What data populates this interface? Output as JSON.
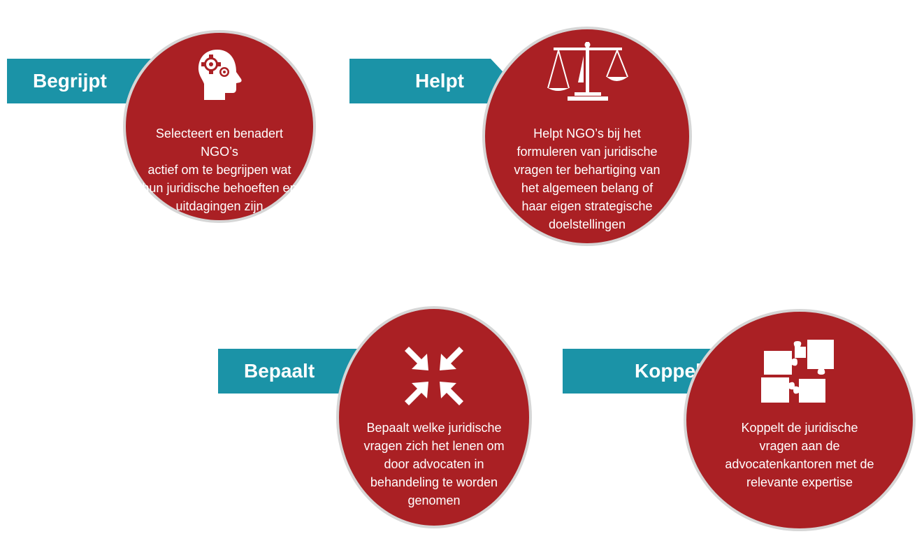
{
  "steps": [
    {
      "label": "Begrijpt",
      "icon": "head-gears-icon",
      "lines": [
        "Selecteert en benadert NGO’s",
        "actief om te begrijpen wat",
        "hun juridische behoeften en",
        "uitdagingen zijn"
      ]
    },
    {
      "label": "Helpt",
      "icon": "scales-of-justice-icon",
      "lines": [
        "Helpt NGO’s bij het",
        "formuleren van juridische",
        "vragen ter behartiging van",
        "het algemeen belang of",
        "haar eigen strategische",
        "doelstellingen"
      ]
    },
    {
      "label": "Bepaalt",
      "icon": "arrows-converge-icon",
      "lines": [
        "Bepaalt welke juridische",
        "vragen zich het lenen om",
        "door advocaten in",
        "behandeling te worden",
        "genomen"
      ]
    },
    {
      "label": "Koppelt",
      "icon": "puzzle-pieces-icon",
      "lines": [
        "Koppelt de juridische",
        "vragen aan de",
        "advocatenkantoren met de",
        "relevante expertise"
      ]
    }
  ],
  "colors": {
    "arrow": "#1b93a7",
    "circle": "#aa2024",
    "ring": "#d6d6d6",
    "text": "#ffffff"
  }
}
